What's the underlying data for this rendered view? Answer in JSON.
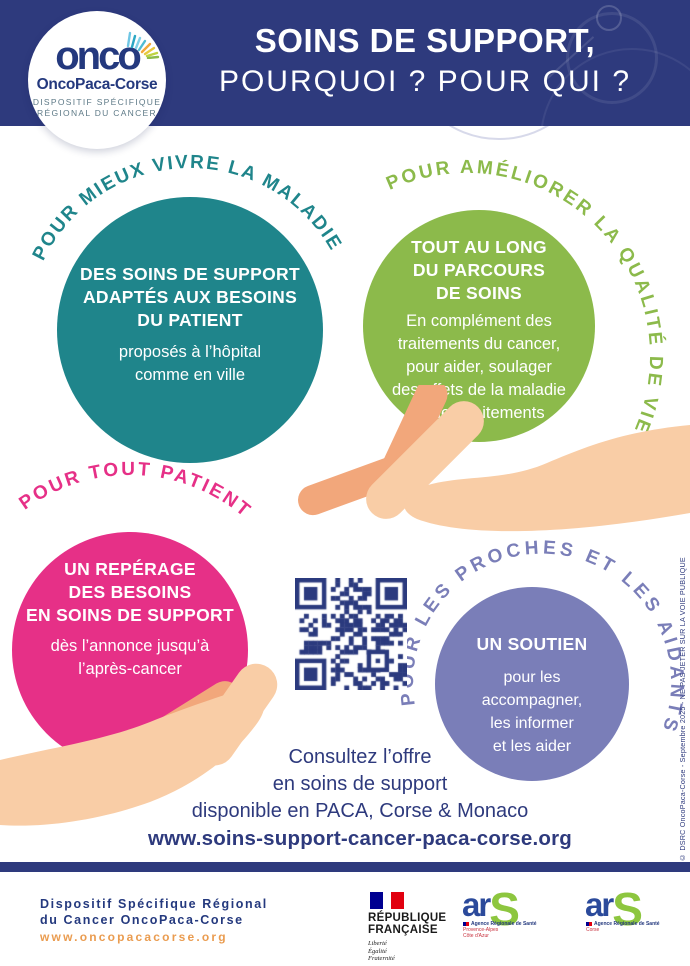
{
  "poster": {
    "header": {
      "title_line1": "SOINS DE SUPPORT,",
      "title_line2": "POURQUOI ? POUR QUI ?"
    },
    "logo": {
      "brand": "onco",
      "name": "OncoPaca-Corse",
      "tagline1": "DISPOSITIF SPÉCIFIQUE",
      "tagline2": "RÉGIONAL DU CANCER"
    },
    "bubbles": {
      "teal": {
        "arc": "POUR MIEUX VIVRE LA MALADIE",
        "title1": "DES SOINS DE SUPPORT",
        "title2": "ADAPTÉS AUX BESOINS",
        "title3": "DU PATIENT",
        "body1": "proposés à l’hôpital",
        "body2": "comme en ville"
      },
      "green": {
        "arc": "POUR AMÉLIORER LA QUALITÉ DE VIE",
        "title1": "TOUT AU LONG",
        "title2": "DU PARCOURS",
        "title3": "DE SOINS",
        "body1": "En complément des",
        "body2": "traitements du cancer,",
        "body3": "pour aider, soulager",
        "body4": "des effets de la maladie",
        "body5": "et des traitements"
      },
      "pink": {
        "arc": "POUR TOUT PATIENT",
        "title1": "UN REPÉRAGE",
        "title2": "DES BESOINS",
        "title3": "EN SOINS DE SUPPORT",
        "body1": "dès l’annonce jusqu’à",
        "body2": "l’après-cancer"
      },
      "purple": {
        "arc": "POUR LES PROCHES ET LES AIDANTS",
        "title1": "UN SOUTIEN",
        "body1": "pour les",
        "body2": "accompagner,",
        "body3": "les informer",
        "body4": "et les aider"
      }
    },
    "qr_icon": "qr-code",
    "cta": {
      "line1": "Consultez  l’offre",
      "line2": "en soins de support",
      "line3": "disponible en PACA, Corse & Monaco",
      "url": "www.soins-support-cancer-paca-corse.org"
    },
    "side_note": "© DSRC OncoPaca-Corse - Septembre 2025 - NE PAS JETER SUR LA VOIE PUBLIQUE",
    "footer": {
      "org_line1": "Dispositif Spécifique Régional",
      "org_line2": "du Cancer OncoPaca-Corse",
      "org_url": "www.oncopacacorse.org",
      "republique": {
        "line1": "RÉPUBLIQUE",
        "line2": "FRANÇAISE",
        "motto1": "Liberté",
        "motto2": "Égalité",
        "motto3": "Fraternité"
      },
      "ars_paca": {
        "brand_ar": "ar",
        "brand_s": "S",
        "agency": "Agence Régionale de Santé",
        "region1": "Provence-Alpes",
        "region2": "Côte d'Azur"
      },
      "ars_corse": {
        "brand_ar": "ar",
        "brand_s": "S",
        "agency": "Agence Régionale de Santé",
        "region1": "Corse"
      }
    },
    "colors": {
      "navy": "#2E3A7D",
      "teal": "#1F858B",
      "green": "#8CBA4B",
      "pink": "#E63087",
      "purple": "#7A7EB8",
      "orange": "#EA9C50",
      "skin_light": "#F9CDA6",
      "skin_dark": "#F2A77B"
    }
  }
}
